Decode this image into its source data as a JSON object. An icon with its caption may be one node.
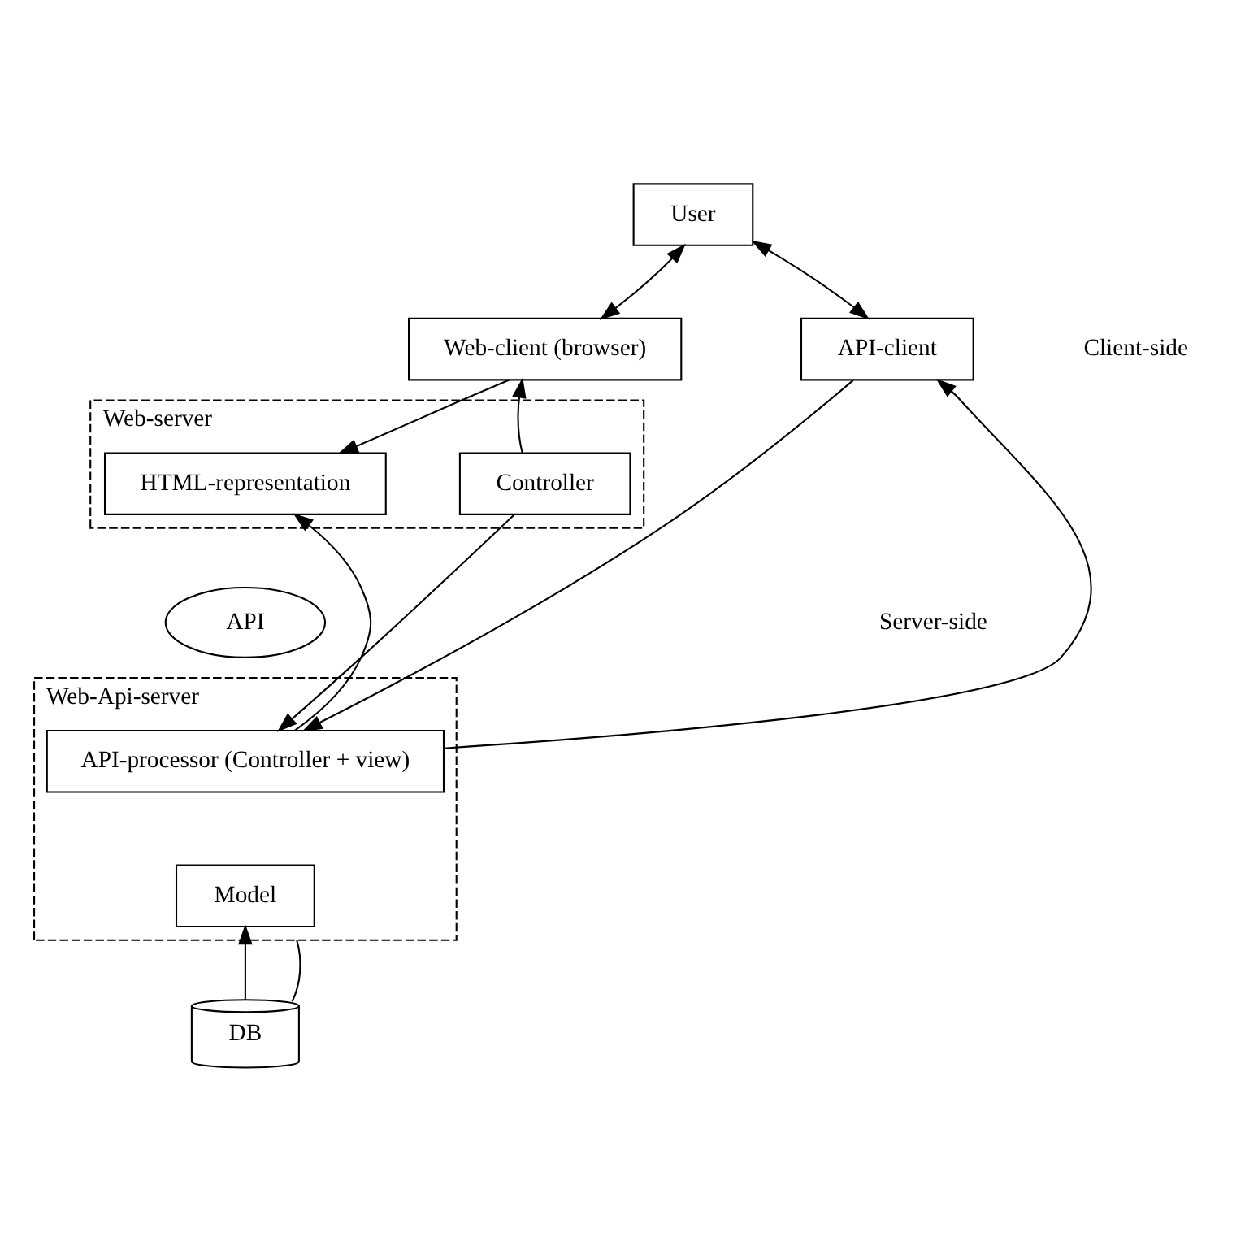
{
  "diagram": {
    "nodes": [
      {
        "text": [
          "User"
        ]
      },
      {
        "text": [
          "Web-client (browser)"
        ]
      },
      {
        "text": [
          "API-client"
        ]
      },
      {
        "text": [
          "Web-server"
        ]
      },
      {
        "text": [
          "Controller"
        ],
        "in": 3
      },
      {
        "text": [
          "HTML-representation"
        ],
        "in": 3
      },
      {
        "text": [
          "API"
        ]
      },
      {
        "text": [
          "Web-Api-server"
        ]
      },
      {
        "text": [
          "API-processor (Controller + view)"
        ],
        "in": 7
      },
      {
        "text": [
          "Model"
        ],
        "in": 7
      },
      {
        "text": [
          "DB"
        ]
      }
    ],
    "edges": [
      {
        "from": 0,
        "to": 1,
        "arrow": "both"
      },
      {
        "from": 0,
        "to": 2,
        "arrow": "both"
      },
      {
        "from": 4,
        "to": 1,
        "arrow": "to"
      },
      {
        "from": 1,
        "to": 5,
        "arrow": "to"
      },
      {
        "from": 2,
        "to": 8,
        "arrow": "to"
      },
      {
        "from": 8,
        "to": 2,
        "arrow": "to"
      },
      {
        "from": 4,
        "to": 8,
        "arrow": "to"
      },
      {
        "from": 8,
        "to": 5,
        "arrow": "to"
      },
      {
        "from": 10,
        "to": 9,
        "arrow": "to"
      },
      {
        "from": 10,
        "to": 7,
        "arrow": "none"
      }
    ],
    "labels": [
      "Client-side",
      "Server-side"
    ]
  }
}
